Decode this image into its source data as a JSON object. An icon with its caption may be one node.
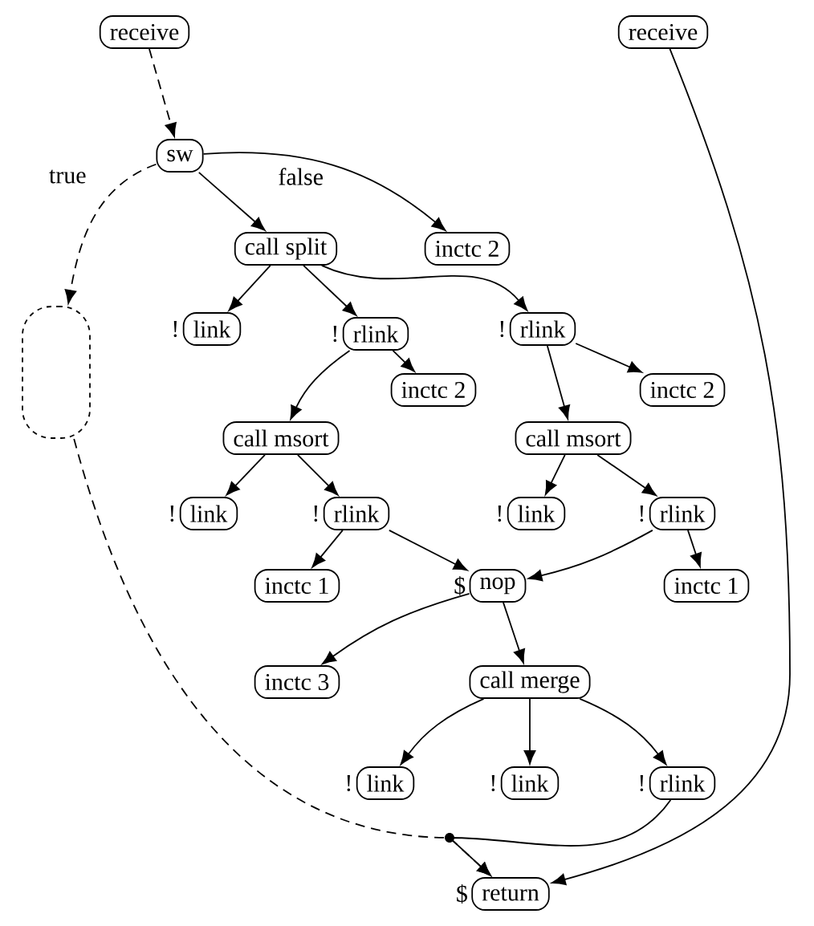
{
  "diagram": {
    "nodes": [
      {
        "text": [
          "receive"
        ]
      },
      {
        "text": [
          "receive"
        ]
      },
      {
        "text": [
          "sw"
        ]
      },
      {
        "text": [
          "call split"
        ]
      },
      {
        "text": [
          "inctc 2"
        ]
      },
      {
        "text": [],
        "shape": "box"
      },
      {
        "text": [
          "link"
        ],
        "beside": [
          "!"
        ]
      },
      {
        "text": [
          "rlink"
        ],
        "beside": [
          "!"
        ]
      },
      {
        "text": [
          "rlink"
        ],
        "beside": [
          "!"
        ]
      },
      {
        "text": [
          "inctc 2"
        ]
      },
      {
        "text": [
          "inctc 2"
        ]
      },
      {
        "text": [
          "call msort"
        ]
      },
      {
        "text": [
          "call msort"
        ]
      },
      {
        "text": [
          "link"
        ],
        "beside": [
          "!"
        ]
      },
      {
        "text": [
          "rlink"
        ],
        "beside": [
          "!"
        ]
      },
      {
        "text": [
          "link"
        ],
        "beside": [
          "!"
        ]
      },
      {
        "text": [
          "rlink"
        ],
        "beside": [
          "!"
        ]
      },
      {
        "text": [
          "inctc 1"
        ]
      },
      {
        "text": [
          "nop"
        ],
        "beside": [
          "$"
        ]
      },
      {
        "text": [
          "inctc 1"
        ]
      },
      {
        "text": [
          "inctc 3"
        ]
      },
      {
        "text": [
          "call merge"
        ]
      },
      {
        "text": [
          "link"
        ],
        "beside": [
          "!"
        ]
      },
      {
        "text": [
          "link"
        ],
        "beside": [
          "!"
        ]
      },
      {
        "text": [
          "rlink"
        ],
        "beside": [
          "!"
        ]
      },
      {
        "text": [
          "return"
        ],
        "beside": [
          "$"
        ]
      }
    ],
    "edges": [
      {
        "from": 0,
        "to": 2,
        "arrow": "to",
        "style": "dashed"
      },
      {
        "from": 2,
        "to": 3,
        "arrow": "to"
      },
      {
        "from": 2,
        "to": 4,
        "arrow": "to",
        "label": "false"
      },
      {
        "from": 2,
        "to": 5,
        "arrow": "to",
        "style": "dashed",
        "label": "true"
      },
      {
        "from": 3,
        "to": 6,
        "arrow": "to"
      },
      {
        "from": 3,
        "to": 7,
        "arrow": "to"
      },
      {
        "from": 3,
        "to": 8,
        "arrow": "to"
      },
      {
        "from": 7,
        "to": 11,
        "arrow": "to"
      },
      {
        "from": 7,
        "to": 9,
        "arrow": "to"
      },
      {
        "from": 8,
        "to": 12,
        "arrow": "to"
      },
      {
        "from": 8,
        "to": 10,
        "arrow": "to"
      },
      {
        "from": 11,
        "to": 13,
        "arrow": "to"
      },
      {
        "from": 11,
        "to": 14,
        "arrow": "to"
      },
      {
        "from": 12,
        "to": 15,
        "arrow": "to"
      },
      {
        "from": 12,
        "to": 16,
        "arrow": "to"
      },
      {
        "from": 14,
        "to": 17,
        "arrow": "to"
      },
      {
        "from": 14,
        "to": 18,
        "arrow": "to"
      },
      {
        "from": 16,
        "to": 18,
        "arrow": "to"
      },
      {
        "from": 16,
        "to": 19,
        "arrow": "to"
      },
      {
        "from": 18,
        "to": 20,
        "arrow": "to"
      },
      {
        "from": 18,
        "to": 21,
        "arrow": "to"
      },
      {
        "from": 21,
        "to": 22,
        "arrow": "to"
      },
      {
        "from": 21,
        "to": 23,
        "arrow": "to"
      },
      {
        "from": 21,
        "to": 24,
        "arrow": "to"
      },
      {
        "from": 5,
        "to": 25,
        "arrow": "to",
        "style": "dashed"
      },
      {
        "from": 24,
        "to": 25,
        "arrow": "to"
      },
      {
        "from": 1,
        "to": 25,
        "arrow": "to"
      }
    ]
  }
}
